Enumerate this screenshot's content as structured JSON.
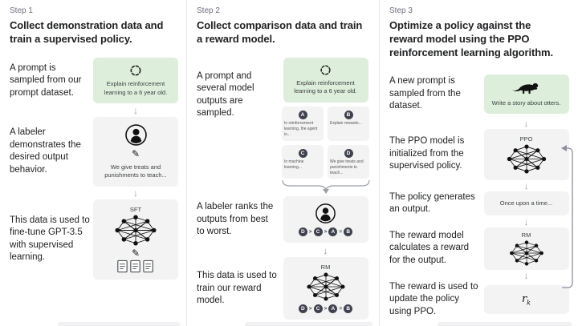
{
  "colors": {
    "prompt_box_green": "#ddefdb",
    "figure_box_gray": "#f3f3f3",
    "letter_circle": "#40414f",
    "text": "#202123",
    "step_label_gray": "#6e6e80"
  },
  "icons": {
    "sample": "dashed-circle-icon",
    "labeler": "person-icon",
    "write": "pencil-icon",
    "network": "neural-network-icon",
    "documents": "documents-icon",
    "otter": "otter-icon",
    "flow": "down-arrow-icon",
    "group": "curly-brace-icon",
    "feedback": "feedback-loop-arrow-icon"
  },
  "steps": [
    {
      "label": "Step 1",
      "title": "Collect demonstration data and train a supervised policy.",
      "rows": [
        {
          "text": "A prompt is sampled from our prompt dataset.",
          "box_caption": "Explain reinforcement learning to a 6 year old."
        },
        {
          "text": "A labeler demonstrates the desired output behavior.",
          "box_caption": "We give treats and punishments to teach..."
        },
        {
          "text": "This data is used to fine-tune GPT-3.5 with supervised learning.",
          "box_label": "SFT"
        }
      ]
    },
    {
      "label": "Step 2",
      "title": "Collect comparison data and train a reward model.",
      "rows": [
        {
          "text": "A prompt and several model outputs are sampled.",
          "box_caption": "Explain reinforcement learning to a 6 year old."
        },
        {
          "text": "A labeler ranks the outputs from best to worst."
        },
        {
          "text": "This data is used to train our reward model.",
          "box_label": "RM"
        }
      ],
      "outputs": [
        {
          "letter": "A",
          "caption": "In reinforcement learning, the agent is..."
        },
        {
          "letter": "B",
          "caption": "Explain rewards..."
        },
        {
          "letter": "C",
          "caption": "In machine learning..."
        },
        {
          "letter": "D",
          "caption": "We give treats and punishments to teach..."
        }
      ],
      "ranking": [
        "D",
        ">",
        "C",
        ">",
        "A",
        "=",
        "B"
      ]
    },
    {
      "label": "Step 3",
      "title": "Optimize a policy against the reward model using the PPO reinforcement learning algorithm.",
      "rows": [
        {
          "text": "A new prompt is sampled from the dataset.",
          "box_caption": "Write a story about otters."
        },
        {
          "text": "The PPO model is initialized from the supervised policy.",
          "box_label": "PPO"
        },
        {
          "text": "The policy generates an output.",
          "box_caption": "Once upon a time..."
        },
        {
          "text": "The reward model calculates a reward for the output.",
          "box_label": "RM"
        },
        {
          "text": "The reward is used to update the policy using PPO."
        }
      ],
      "reward": {
        "base": "r",
        "sub": "k"
      }
    }
  ]
}
